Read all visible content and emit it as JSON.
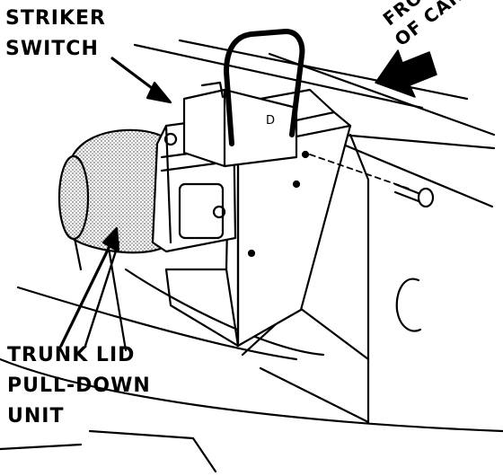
{
  "labels": {
    "striker_switch": [
      "STRIKER",
      "SWITCH"
    ],
    "trunk_lid_pulldown": [
      "TRUNK LID",
      "PULL-DOWN",
      "UNIT"
    ],
    "front_of_car": [
      "FRONT",
      "OF CAR"
    ]
  },
  "colors": {
    "ink": "#000000",
    "paper": "#ffffff",
    "stipple": "#7a7a7a"
  }
}
